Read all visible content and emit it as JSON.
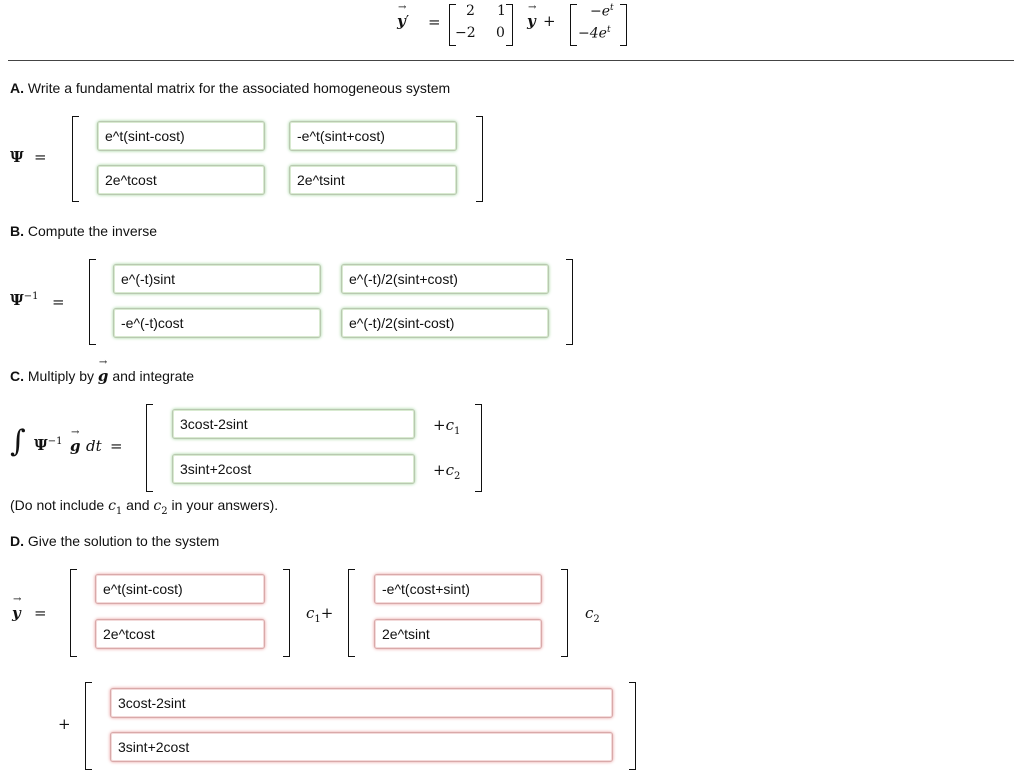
{
  "equation": {
    "lhs": "y",
    "prime": "′",
    "eq": "=",
    "matrix": [
      "2",
      "1",
      "−2",
      "0"
    ],
    "plus": "+",
    "forcing": [
      "−e",
      "t",
      "−4e",
      "t"
    ]
  },
  "partA": {
    "letter": "A.",
    "text": "Write a fundamental matrix for the associated homogeneous system",
    "symbol": "Ψ",
    "eq": "=",
    "values": [
      "e^t(sint-cost)",
      "-e^t(sint+cost)",
      "2e^tcost",
      "2e^tsint"
    ]
  },
  "partB": {
    "letter": "B.",
    "text": "Compute the inverse",
    "symbol": "Ψ",
    "sup": "−1",
    "eq": "=",
    "values": [
      "e^(-t)sint",
      "e^(-t)/2(sint+cost)",
      "-e^(-t)cost",
      "e^(-t)/2(sint-cost)"
    ]
  },
  "partC": {
    "letter": "C.",
    "text_before": "Multiply by",
    "gvec": "g",
    "text_after": "and integrate",
    "integral": "∫",
    "psi": "Ψ",
    "sup": "−1",
    "dt": "dt",
    "eq": "=",
    "values": [
      "3cost-2sint",
      "3sint+2cost"
    ],
    "consts": [
      "+c",
      "1",
      "+c",
      "2"
    ],
    "note_before": "(Do not include",
    "note_c1": "c",
    "note_and": "and",
    "note_c2": "c",
    "note_after": "in your answers)."
  },
  "partD": {
    "letter": "D.",
    "text": "Give the solution to the system",
    "y": "y",
    "eq": "=",
    "col1": [
      "e^t(sint-cost)",
      "2e^tcost"
    ],
    "c1": "c",
    "c1sub": "1",
    "c1plus": "+",
    "col2": [
      "-e^t(cost+sint)",
      "2e^tsint"
    ],
    "c2": "c",
    "c2sub": "2",
    "plus": "+",
    "particular": [
      "3cost-2sint",
      "3sint+2cost"
    ]
  }
}
